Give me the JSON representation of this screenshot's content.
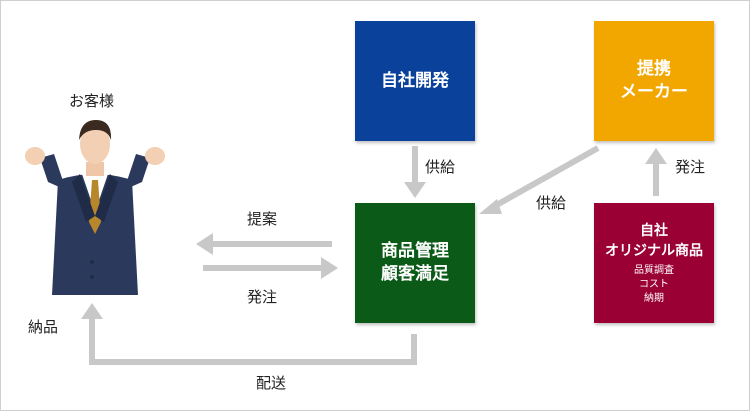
{
  "customer": {
    "label": "お客様"
  },
  "boxes": {
    "in_house_dev": {
      "label": "自社開発",
      "color": "#0a419a"
    },
    "partner_maker": {
      "label": "提携\nメーカー",
      "color": "#f2a600"
    },
    "product_mgmt": {
      "label": "商品管理\n顧客満足",
      "color": "#0c5a17"
    },
    "own_original": {
      "label": "自社\nオリジナル商品",
      "details": "品質調査\nコスト\n納期",
      "color": "#9a0033"
    }
  },
  "flows": {
    "proposal": "提案",
    "order_from_customer": "発注",
    "delivery_of_goods": "納品",
    "shipping": "配送",
    "supply_from_dev": "供給",
    "supply_from_maker": "供給",
    "order_to_maker": "発注"
  },
  "colors": {
    "arrow": "#c8c8c8",
    "border": "#cfcfcf"
  }
}
